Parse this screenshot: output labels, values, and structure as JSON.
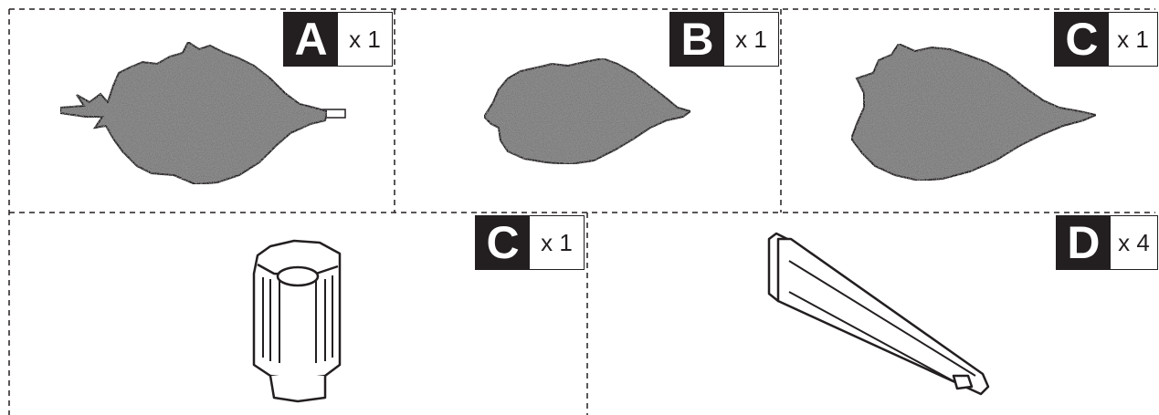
{
  "parts": [
    {
      "id": "part-a-branch",
      "letter": "A",
      "qty": "x 1"
    },
    {
      "id": "part-b-branch",
      "letter": "B",
      "qty": "x 1"
    },
    {
      "id": "part-c-branch",
      "letter": "C",
      "qty": "x 1"
    },
    {
      "id": "part-c-connector",
      "letter": "C",
      "qty": "x 1"
    },
    {
      "id": "part-d-bracket",
      "letter": "D",
      "qty": "x 4"
    }
  ],
  "colors": {
    "ink": "#231f20",
    "foliage": "#8a8a8a"
  }
}
